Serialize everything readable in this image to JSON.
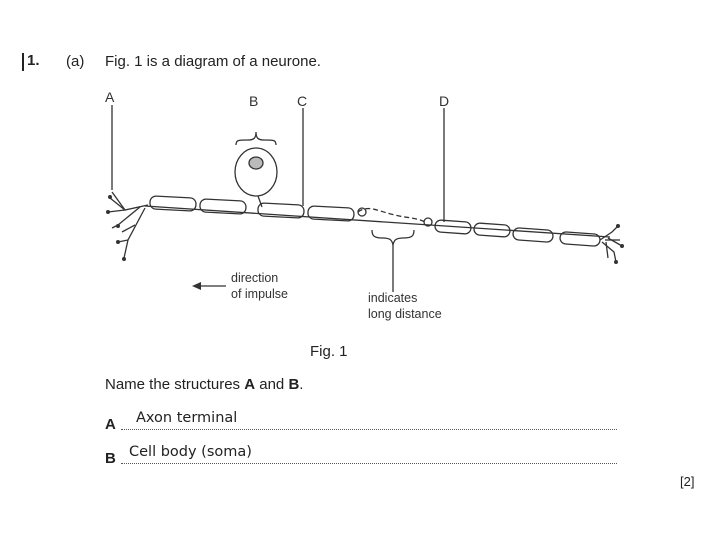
{
  "question": {
    "number": "1.",
    "part": "(a)",
    "intro": "Fig. 1 is a diagram of a neurone."
  },
  "diagram": {
    "labels": {
      "a": "A",
      "b": "B",
      "c": "C",
      "d": "D"
    },
    "direction_note": [
      "direction",
      "of impulse"
    ],
    "distance_note": [
      "indicates",
      "long distance"
    ],
    "figure_caption": "Fig. 1"
  },
  "instruction": {
    "prefix": "Name the structures ",
    "a": "A",
    "and": " and ",
    "b": "B",
    "suffix": "."
  },
  "answers": [
    {
      "letter": "A",
      "text": "Axon terminal"
    },
    {
      "letter": "B",
      "text": "Cell body (soma)"
    }
  ],
  "marks": "[2]"
}
